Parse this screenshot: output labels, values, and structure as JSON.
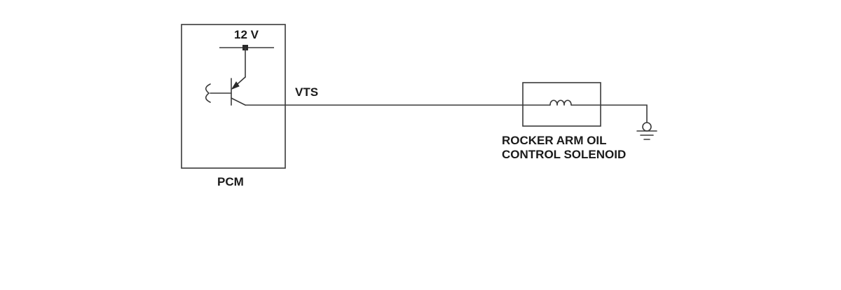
{
  "labels": {
    "supply": "12 V",
    "signal": "VTS",
    "controller": "PCM",
    "solenoid_line1": "ROCKER ARM OIL",
    "solenoid_line2": "CONTROL SOLENOID"
  }
}
